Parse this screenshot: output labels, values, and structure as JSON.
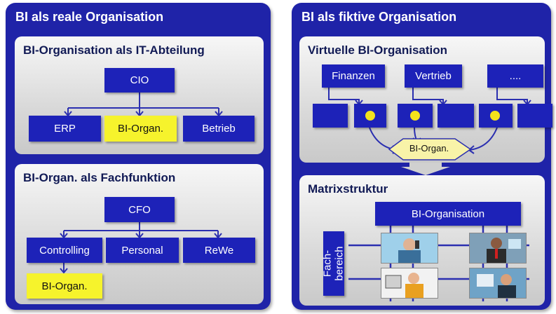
{
  "left": {
    "title": "BI als reale Organisation",
    "it": {
      "title": "BI-Organisation als IT-Abteilung",
      "top": "CIO",
      "children": [
        "ERP",
        "BI-Organ.",
        "Betrieb"
      ]
    },
    "fach": {
      "title": "BI-Organ. als Fachfunktion",
      "top": "CFO",
      "children": [
        "Controlling",
        "Personal",
        "ReWe"
      ],
      "below": "BI-Organ."
    }
  },
  "right": {
    "title": "BI als fiktive Organisation",
    "virtual": {
      "title": "Virtuelle BI-Organisation",
      "units": [
        "Finanzen",
        "Vertrieb",
        "...."
      ],
      "bi_box": "BI-Organ."
    },
    "matrix": {
      "title": "Matrixstruktur",
      "top": "BI-Organisation",
      "side_line1": "Fach-",
      "side_line2": "bereich"
    }
  },
  "colors": {
    "panel": "#1f23a8",
    "box": "#1d22b8",
    "highlight": "#f6f32c"
  }
}
